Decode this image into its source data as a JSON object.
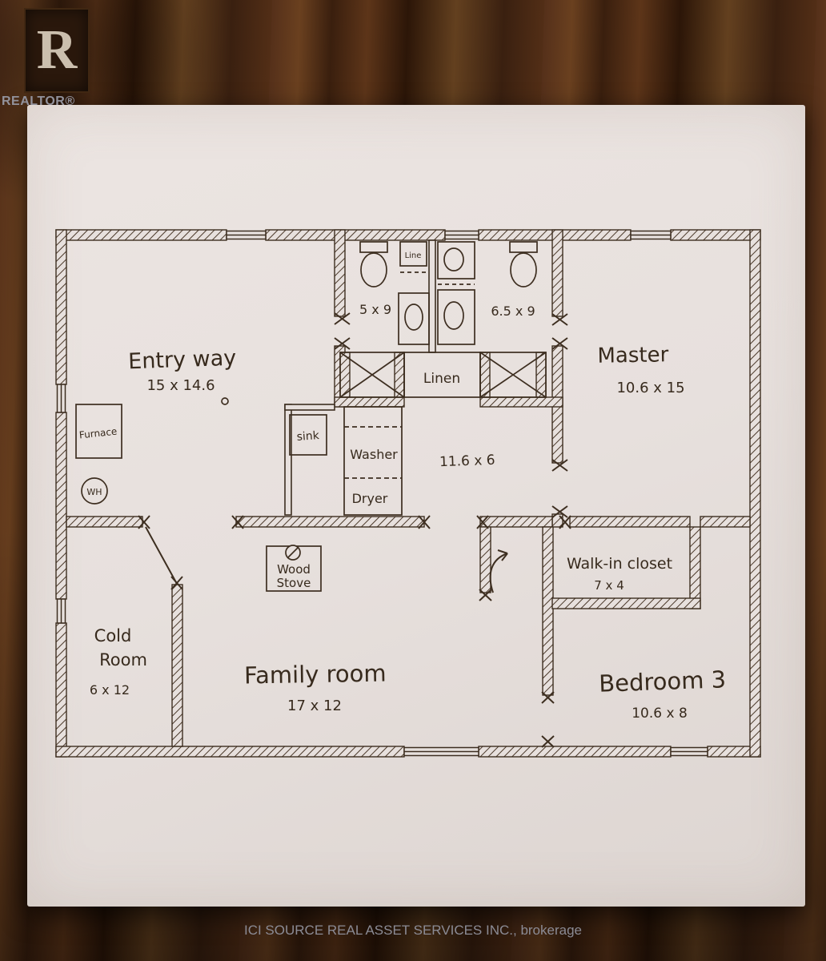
{
  "palette": {
    "ink": "#3a2c1e",
    "paper": "#e7e0dd",
    "wood": "#4a2a14",
    "logo_background": "#2a180c",
    "footer_text_color": "#8b8b95"
  },
  "branding": {
    "logo_letter": "R",
    "logo_wordmark": "REALTOR®"
  },
  "footer": {
    "attribution": "ICI SOURCE REAL ASSET SERVICES INC., brokerage"
  },
  "floorplan": {
    "rooms": {
      "entry": {
        "name": "Entry way",
        "dim": "15 x 14.6"
      },
      "master": {
        "name": "Master",
        "dim": "10.6 x 15"
      },
      "bath_main": {
        "dim": "5 x 9"
      },
      "bath_ensuite": {
        "dim": "6.5 x 9"
      },
      "hall": {
        "dim": "11.6 x 6"
      },
      "linen": {
        "name": "Linen"
      },
      "linen_cabinet": {
        "name": "Line"
      },
      "walkin": {
        "name": "Walk-in closet",
        "dim": "7 x 4"
      },
      "cold": {
        "name_line1": "Cold",
        "name_line2": "Room",
        "dim": "6 x 12"
      },
      "family": {
        "name": "Family room",
        "dim": "17 x 12"
      },
      "bed3": {
        "name": "Bedroom 3",
        "dim": "10.6 x 8"
      }
    },
    "fixtures": {
      "furnace": "Furnace",
      "water_heater": "WH",
      "sink": "sink",
      "washer": "Washer",
      "dryer": "Dryer",
      "wood_stove_line1": "Wood",
      "wood_stove_line2": "Stove"
    }
  }
}
